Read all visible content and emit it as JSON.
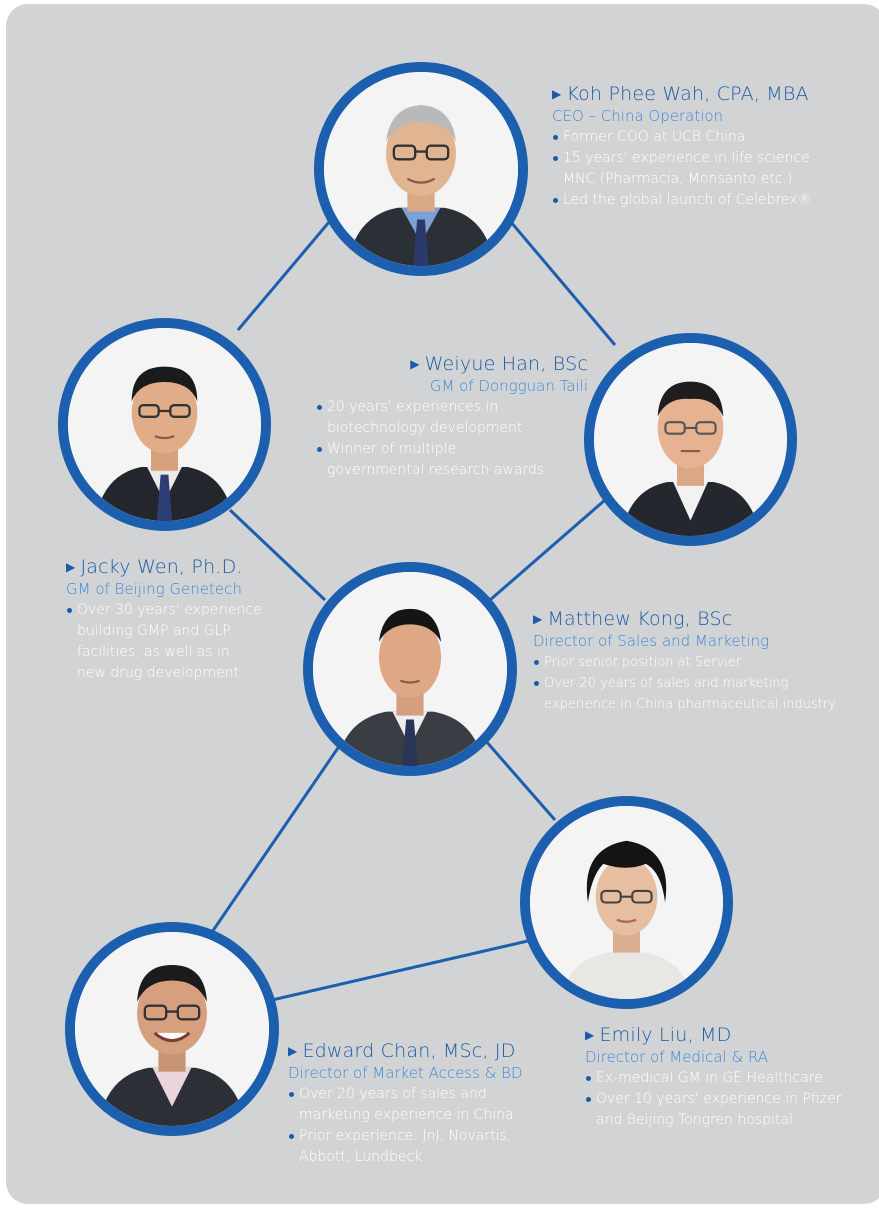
{
  "colors": {
    "accent": "#1b5fae",
    "name": "#1c5ba5",
    "role": "#3b8ad6",
    "background": "#d2d3d5",
    "text": "#ffffff"
  },
  "people": {
    "koh": {
      "name": "Koh Phee Wah, CPA, MBA",
      "role": "CEO – China Operation",
      "bullets": [
        "Former COO at UCB China",
        "15 years' experience in life science",
        "MNC (Pharmacia, Monsanto etc.)",
        "Led the global launch of Celebrex®"
      ]
    },
    "weiyue": {
      "name": "Weiyue Han, BSc",
      "role": "GM of Dongguan Taili",
      "bullets": [
        "20 years' experiences in",
        "biotechnology development",
        "Winner of multiple",
        "governmental research awards"
      ]
    },
    "jacky": {
      "name": "Jacky Wen, Ph.D.",
      "role": "GM of Beijing Genetech",
      "bullets": [
        "Over 30 years' experience",
        "building GMP and GLP",
        "facilities, as well as in",
        "new drug development"
      ]
    },
    "matthew": {
      "name": "Matthew Kong, BSc",
      "role": "Director of Sales and Marketing",
      "bullets": [
        "Prior senior position at Servier",
        "Over 20 years of sales and marketing",
        "experience in China pharmaceutical industry"
      ]
    },
    "edward": {
      "name": "Edward Chan, MSc, JD",
      "role": "Director of Market Access & BD",
      "bullets": [
        "Over 20 years of sales and",
        "marketing experience in China",
        "Prior experience: JnJ, Novartis,",
        "Abbott, Lundbeck ."
      ]
    },
    "emily": {
      "name": "Emily Liu, MD",
      "role": "Director of Medical & RA",
      "bullets": [
        "Ex-medical GM in GE Healthcare",
        "Over 10 years' experience in Pfizer",
        "and Beijing Tongren hospital"
      ]
    }
  }
}
